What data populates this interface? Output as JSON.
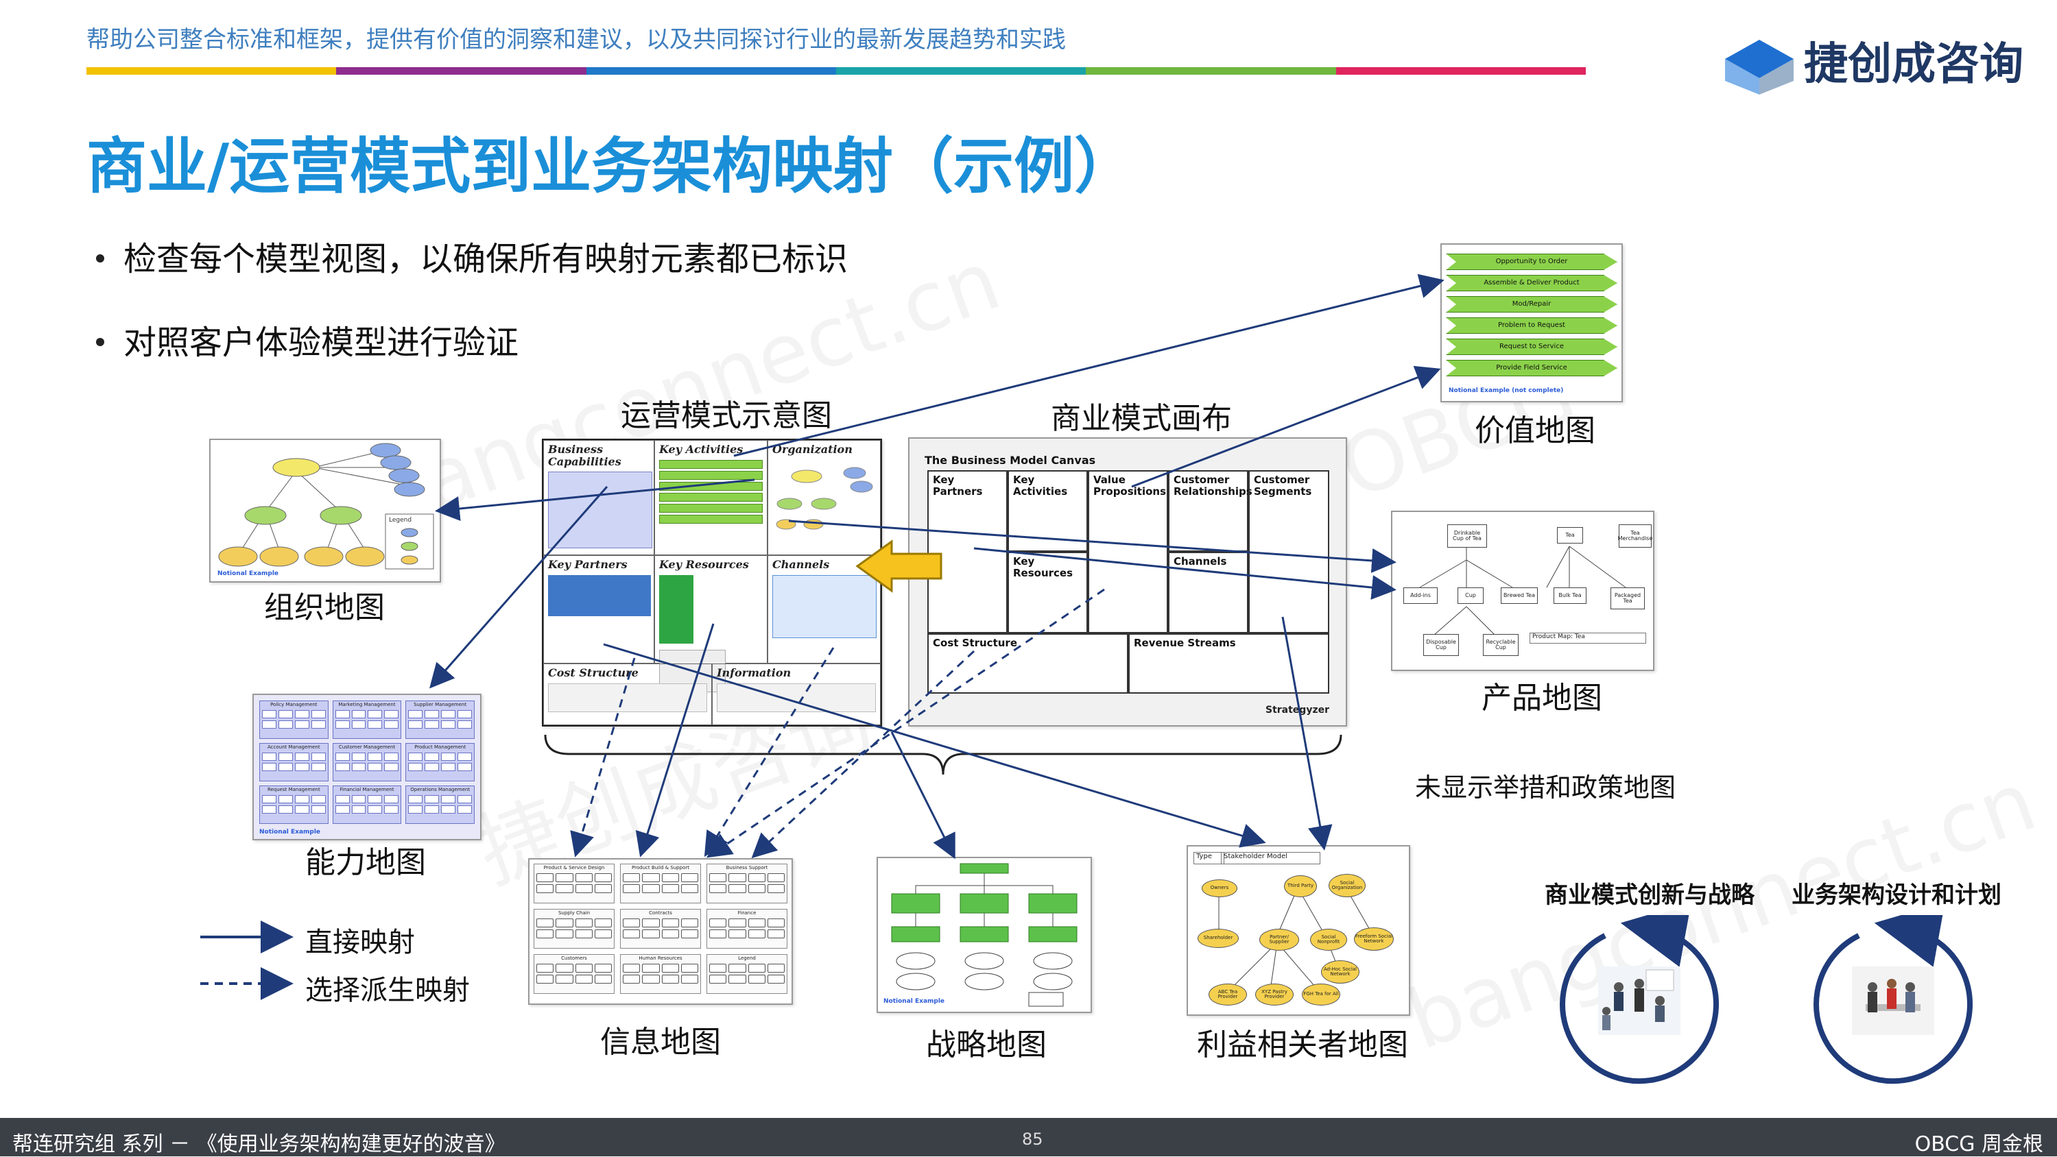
{
  "header": {
    "tagline": "帮助公司整合标准和框架，提供有价值的洞察和建议，以及共同探讨行业的最新发展趋势和实践",
    "color_bar": [
      "#f2c200",
      "#8e2d8e",
      "#1f78c8",
      "#1aa3a8",
      "#6fb63f",
      "#e0245e"
    ],
    "logo_text": "捷创成咨询",
    "logo_colors": [
      "#1f6fd1",
      "#7fb2ea",
      "#9ab1c9"
    ]
  },
  "title": "商业/运营模式到业务架构映射（示例）",
  "bullets": [
    "检查每个模型视图，以确保所有映射元素都已标识",
    "对照客户体验模型进行验证"
  ],
  "labels": {
    "operating_model": "运营模式示意图",
    "business_model_canvas": "商业模式画布",
    "value_map": "价值地图",
    "org_map": "组织地图",
    "product_map": "产品地图",
    "capability_map": "能力地图",
    "info_map": "信息地图",
    "strategy_map": "战略地图",
    "stakeholder_map": "利益相关者地图",
    "not_shown": "未显示举措和政策地图",
    "innovation": "商业模式创新与战略",
    "ba_design": "业务架构设计和计划"
  },
  "legend": {
    "direct": "直接映射",
    "derived": "选择派生映射"
  },
  "operating_model_cells": {
    "business_capabilities": "Business Capabilities",
    "key_activities": "Key Activities",
    "organization": "Organization",
    "key_partners": "Key Partners",
    "key_resources": "Key Resources",
    "channels": "Channels",
    "cost_structure": "Cost Structure",
    "information": "Information"
  },
  "canvas": {
    "title": "The Business Model Canvas",
    "cells": {
      "key_partners": "Key Partners",
      "key_activities": "Key Activities",
      "value_propositions": "Value Propositions",
      "customer_relationships": "Customer Relationships",
      "customer_segments": "Customer Segments",
      "key_resources": "Key Resources",
      "channels": "Channels",
      "cost_structure": "Cost Structure",
      "revenue_streams": "Revenue Streams"
    },
    "brand": "Strategyzer"
  },
  "value_map": {
    "items": [
      "Opportunity to Order",
      "Assemble & Deliver Product",
      "Mod/Repair",
      "Problem to Request",
      "Request to Service",
      "Provide Field Service"
    ],
    "note": "Notional Example (not complete)"
  },
  "product_map": {
    "nodes": [
      "Drinkable Cup of Tea",
      "Tea",
      "Tea Merchandise",
      "Add-ins",
      "Cup",
      "Brewed Tea",
      "Bulk Tea",
      "Packaged Tea",
      "Disposable Cup",
      "Recyclable Cup"
    ],
    "note": "Product Map: Tea"
  },
  "stakeholder_map": {
    "type_label": "Type",
    "type_value": "Stakeholder Model",
    "nodes": [
      "Owners",
      "Third Party",
      "Social Organization",
      "Shareholder",
      "Partner/ Supplier",
      "Social Nonprofit",
      "Freeform Social Network",
      "Ad-Hoc Social Network",
      "ABC Tea Provider",
      "XYZ Pastry Provider",
      "FGH Tea for All"
    ]
  },
  "capability_map": {
    "groups": [
      "Policy Management",
      "Marketing Management",
      "Supplier Management",
      "Account Management",
      "Customer Management",
      "Product Management",
      "Request Management",
      "Financial Management",
      "Operations Management"
    ],
    "note": "Notional Example"
  },
  "info_map": {
    "groups": [
      "Product & Service Design",
      "Product Build & Support",
      "Business Support",
      "Supply Chain",
      "Contracts",
      "Finance",
      "Customers",
      "Human Resources",
      "Legend"
    ]
  },
  "strategy_map": {
    "note": "Notional Example"
  },
  "org_map": {
    "note": "Notional Example",
    "legend": "Legend"
  },
  "footer": {
    "left": "帮连研究组 系列 － 《使用业务架构构建更好的波音》",
    "page": "85",
    "right": "OBCG 周金根"
  },
  "watermarks": [
    "bangconnect.cn",
    "OBCG",
    "捷创成咨询",
    "bangconnect.cn"
  ]
}
